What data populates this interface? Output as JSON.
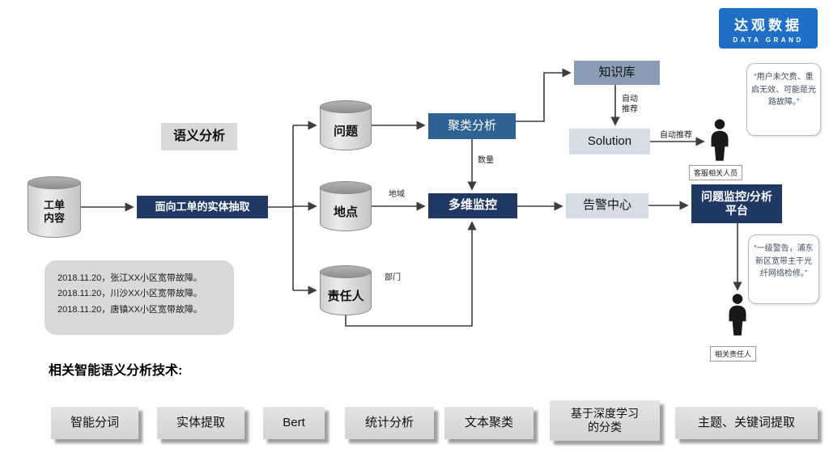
{
  "logo": {
    "title": "达观数据",
    "subtitle": "DATA GRAND"
  },
  "flow": {
    "source": "工单内容",
    "semantic_title": "语义分析",
    "extraction": "面向工单的实体抽取",
    "entities": [
      {
        "label": "问题"
      },
      {
        "label": "地点"
      },
      {
        "label": "责任人"
      }
    ],
    "cluster": "聚类分析",
    "knowledge": "知识库",
    "auto_recommend_down": "自动推荐",
    "solution": "Solution",
    "auto_recommend_right": "自动推荐",
    "person_service_label": "客服相关人员",
    "quote_service": "“用户未欠费、重启无效、可能是光路故障。”",
    "monitor": "多维监控",
    "edge_labels": {
      "quantity": "数量",
      "region": "地域",
      "department": "部门"
    },
    "alert": "告警中心",
    "platform": "问题监控/分析平台",
    "quote_owner": "“一级警告，浦东新区宽带主干光纤网络检修。”",
    "person_owner_label": "相关责任人",
    "samples": [
      "2018.11.20，张江XX小区宽带故障。",
      "2018.11.20，川沙XX小区宽带故障。",
      "2018.11.20，唐镇XX小区宽带故障。"
    ]
  },
  "footer": {
    "title": "相关智能语义分析技术:",
    "tech": [
      "智能分词",
      "实体提取",
      "Bert",
      "统计分析",
      "文本聚类",
      "基于深度学习的分类",
      "主题、关键词提取"
    ]
  },
  "colors": {
    "brand_blue": "#1E6FC5",
    "dark_navy": "#1F3864",
    "steel_blue": "#2F6293",
    "knowledge_blue": "#8B9DB5",
    "light_panel": "#D6DCE5",
    "gray_panel": "#D9D9D9",
    "arrow": "#3D3D3D"
  }
}
